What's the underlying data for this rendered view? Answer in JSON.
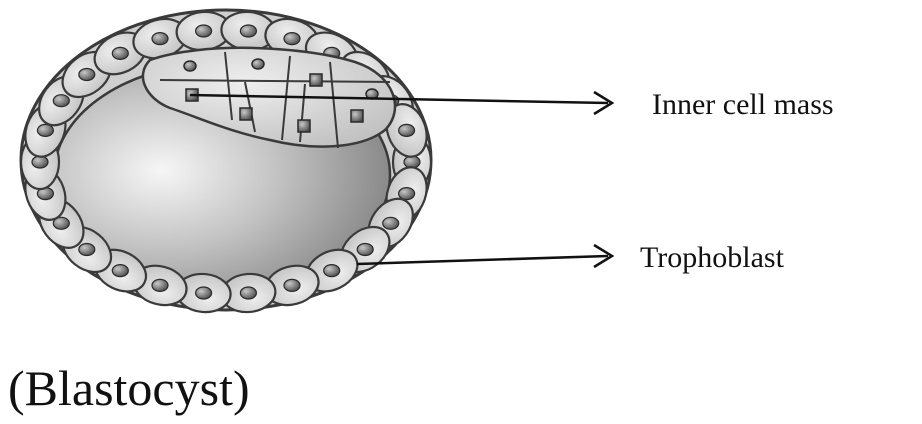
{
  "diagram": {
    "labels": {
      "inner_cell_mass": "Inner cell mass",
      "trophoblast": "Trophoblast"
    },
    "caption": "(Blastocyst)"
  },
  "colors": {
    "cell_fill": "#d6d6d6",
    "cell_stroke": "#3a3a3a",
    "nucleus_fill": "#6e6e6e",
    "cavity_light": "#f4f4f4",
    "cavity_dark": "#8c8c8c",
    "text": "#111111"
  }
}
